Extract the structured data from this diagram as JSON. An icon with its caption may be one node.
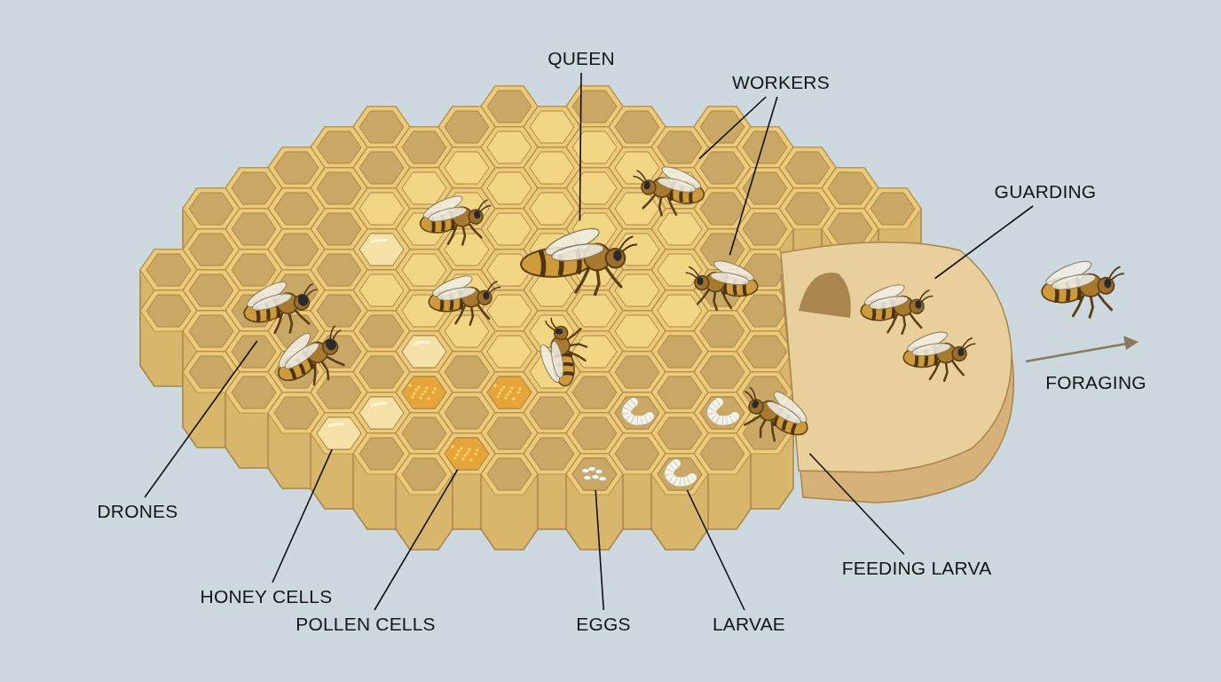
{
  "diagram": {
    "nodes": [
      {
        "text": [
          "QUEEN"
        ]
      },
      {
        "text": [
          "WORKERS"
        ]
      },
      {
        "text": [
          "GUARDING"
        ]
      },
      {
        "text": [
          "DRONES"
        ]
      },
      {
        "text": [
          "FEEDING LARVA"
        ]
      },
      {
        "text": [
          "HONEY CELLS"
        ]
      },
      {
        "text": [
          "POLLEN CELLS"
        ]
      },
      {
        "text": [
          "EGGS"
        ]
      },
      {
        "text": [
          "LARVAE"
        ]
      },
      {
        "text": [],
        "shape": "picture"
      },
      {
        "text": [],
        "shape": "picture"
      },
      {
        "text": [],
        "shape": "picture"
      },
      {
        "text": [],
        "shape": "picture"
      },
      {
        "text": [],
        "shape": "picture"
      },
      {
        "text": [],
        "shape": "picture"
      },
      {
        "text": [],
        "shape": "picture"
      },
      {
        "text": [],
        "shape": "picture"
      },
      {
        "text": [],
        "shape": "picture"
      },
      {
        "text": [],
        "shape": "picture"
      }
    ],
    "edges": [
      {
        "from": 0,
        "to": 9,
        "arrow": "none"
      },
      {
        "from": 1,
        "to": 10,
        "arrow": "none"
      },
      {
        "from": 1,
        "to": 11,
        "arrow": "none"
      },
      {
        "from": 2,
        "to": 12,
        "arrow": "none"
      },
      {
        "from": 3,
        "to": 13,
        "arrow": "none"
      },
      {
        "from": 4,
        "to": 14,
        "arrow": "none"
      },
      {
        "from": 5,
        "to": 15,
        "arrow": "none"
      },
      {
        "from": 6,
        "to": 16,
        "arrow": "none"
      },
      {
        "from": 7,
        "to": 17,
        "arrow": "none"
      },
      {
        "from": 8,
        "to": 18,
        "arrow": "none"
      }
    ],
    "labels": [
      "FORAGING"
    ]
  }
}
